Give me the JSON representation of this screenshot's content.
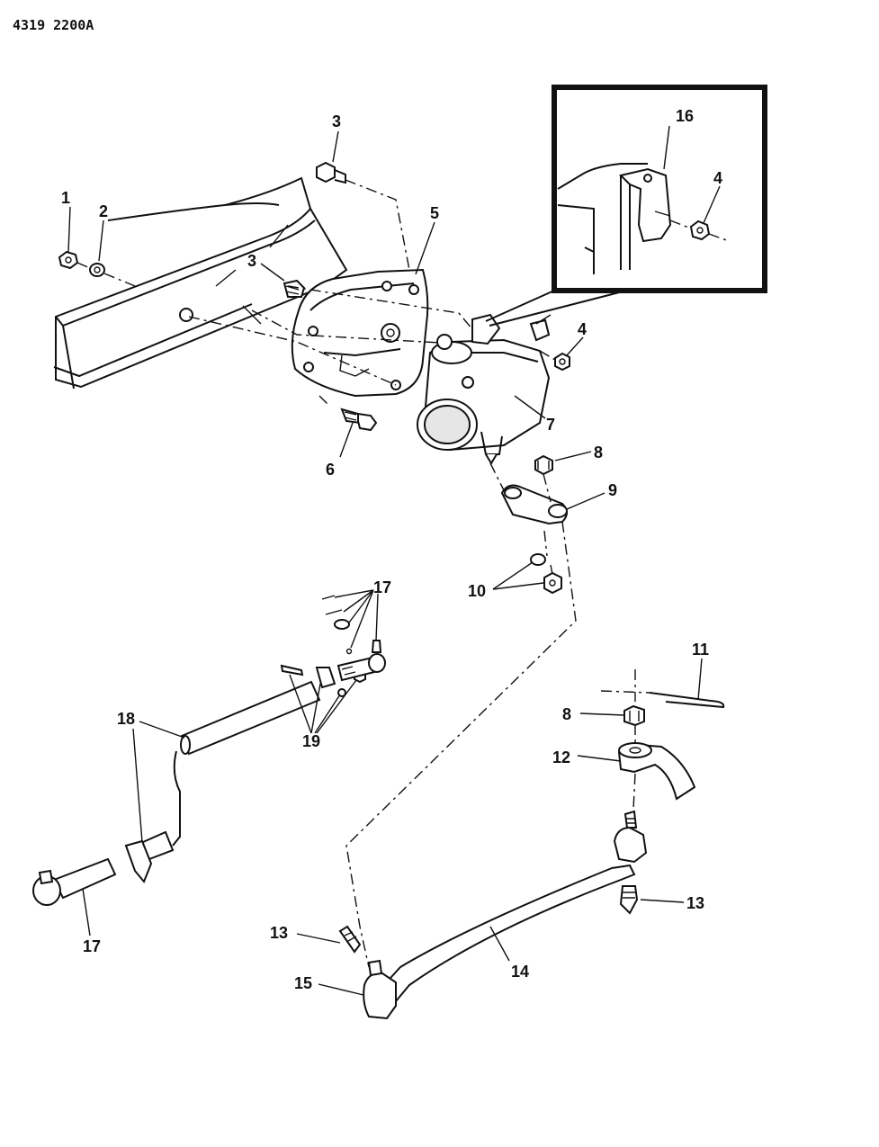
{
  "drawing_code": "4319  2200A",
  "callouts": {
    "c1": "1",
    "c2": "2",
    "c3a": "3",
    "c3b": "3",
    "c4a": "4",
    "c4b": "4",
    "c5": "5",
    "c6": "6",
    "c7": "7",
    "c8a": "8",
    "c8b": "8",
    "c9": "9",
    "c10": "10",
    "c11": "11",
    "c12": "12",
    "c13a": "13",
    "c13b": "13",
    "c14": "14",
    "c15": "15",
    "c16": "16",
    "c17a": "17",
    "c17b": "17",
    "c18": "18",
    "c19": "19"
  }
}
